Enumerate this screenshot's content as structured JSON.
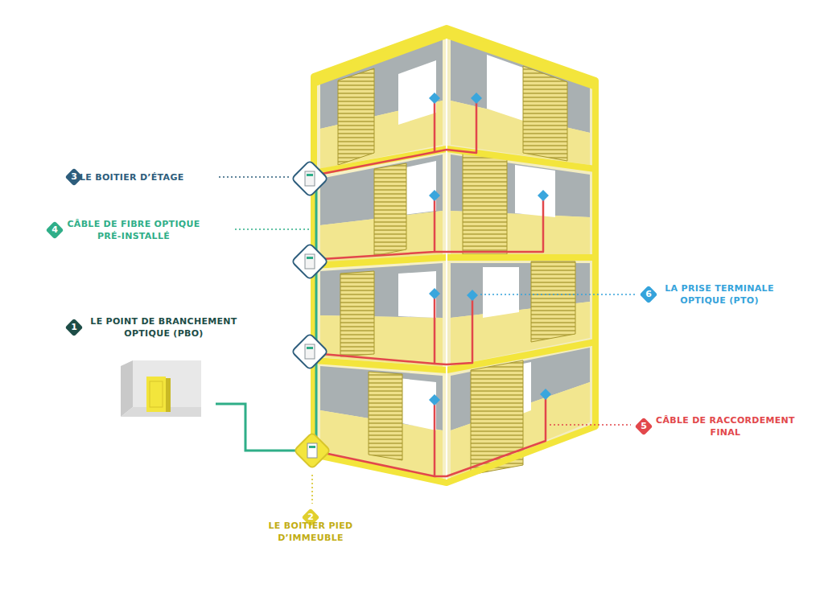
{
  "diagram": {
    "nodes": [
      {
        "text": [
          "1",
          "LE POINT DE BRANCHEMENT OPTIQUE (PBO)"
        ]
      },
      {
        "text": [
          "2",
          "LE BOITIER PIED D’IMMEUBLE"
        ]
      },
      {
        "text": [
          "3",
          "LE BOITIER D’ÉTAGE"
        ]
      },
      {
        "text": [
          "4",
          "CÂBLE DE FIBRE OPTIQUE PRÉ-INSTALLÉ"
        ]
      },
      {
        "text": [
          "5",
          "CÂBLE DE RACCORDEMENT FINAL"
        ]
      },
      {
        "text": [
          "6",
          "LA PRISE TERMINALE OPTIQUE (PTO)"
        ]
      }
    ]
  }
}
